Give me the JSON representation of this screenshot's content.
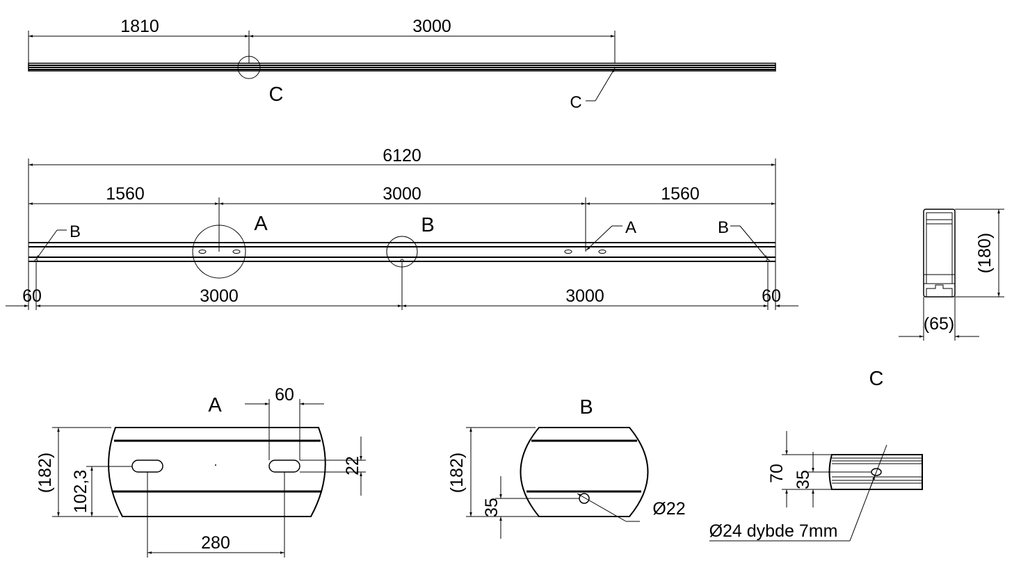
{
  "top_view": {
    "dim_left": "1810",
    "dim_right": "3000",
    "detail_label": "C",
    "callout_label": "C"
  },
  "side_view": {
    "overall": "6120",
    "dim_left": "1560",
    "dim_mid": "3000",
    "dim_right": "1560",
    "bottom_left": "60",
    "bottom_span1": "3000",
    "bottom_span2": "3000",
    "bottom_right": "60",
    "label_a": "A",
    "label_b": "B",
    "callout_b_left": "B",
    "callout_a_right": "A",
    "callout_b_right": "B"
  },
  "section_view": {
    "height": "(180)",
    "width": "(65)"
  },
  "detail_a": {
    "title": "A",
    "height": "(182)",
    "offset": "102,3",
    "slot_spacing": "60",
    "slot_width": "22",
    "span": "280"
  },
  "detail_b": {
    "title": "B",
    "height": "(182)",
    "offset": "35",
    "hole": "Ø22"
  },
  "detail_c": {
    "title": "C",
    "dim_outer": "70",
    "dim_inner": "35",
    "note": "Ø24 dybde 7mm"
  },
  "colors": {
    "ink": "#000000",
    "paper": "#ffffff"
  }
}
